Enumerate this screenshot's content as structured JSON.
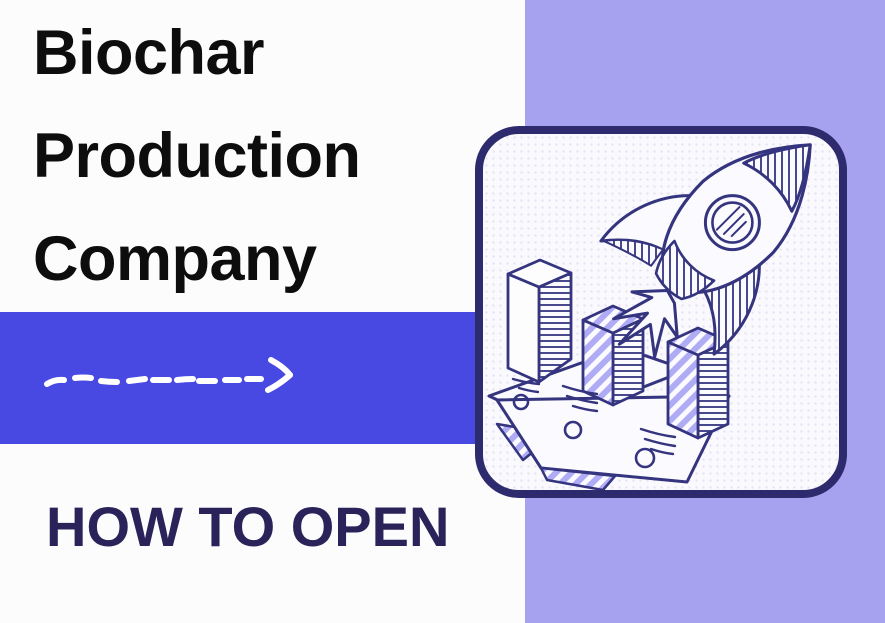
{
  "title": {
    "lines": [
      "Biochar",
      "Production",
      "Company"
    ],
    "color": "#0D0D0D"
  },
  "subtitle": {
    "label": "HOW TO OPEN",
    "color": "#29235A"
  },
  "accent_band": {
    "color": "#4848E2"
  },
  "side_panel": {
    "color": "#A6A2F0"
  },
  "card": {
    "background": "#FAF9FD",
    "border_color": "#2D2A6E",
    "sketch_stroke_color": "#34347F",
    "sketch_fill_color": "#AFABF4"
  },
  "icons": {
    "dashed_arrow": "hand-drawn white dashed arrow pointing right",
    "rocket": "hand-drawn rocket flying up-right with flame",
    "bar_chart": "hand-drawn 3D bar chart standing on papers with coins"
  }
}
